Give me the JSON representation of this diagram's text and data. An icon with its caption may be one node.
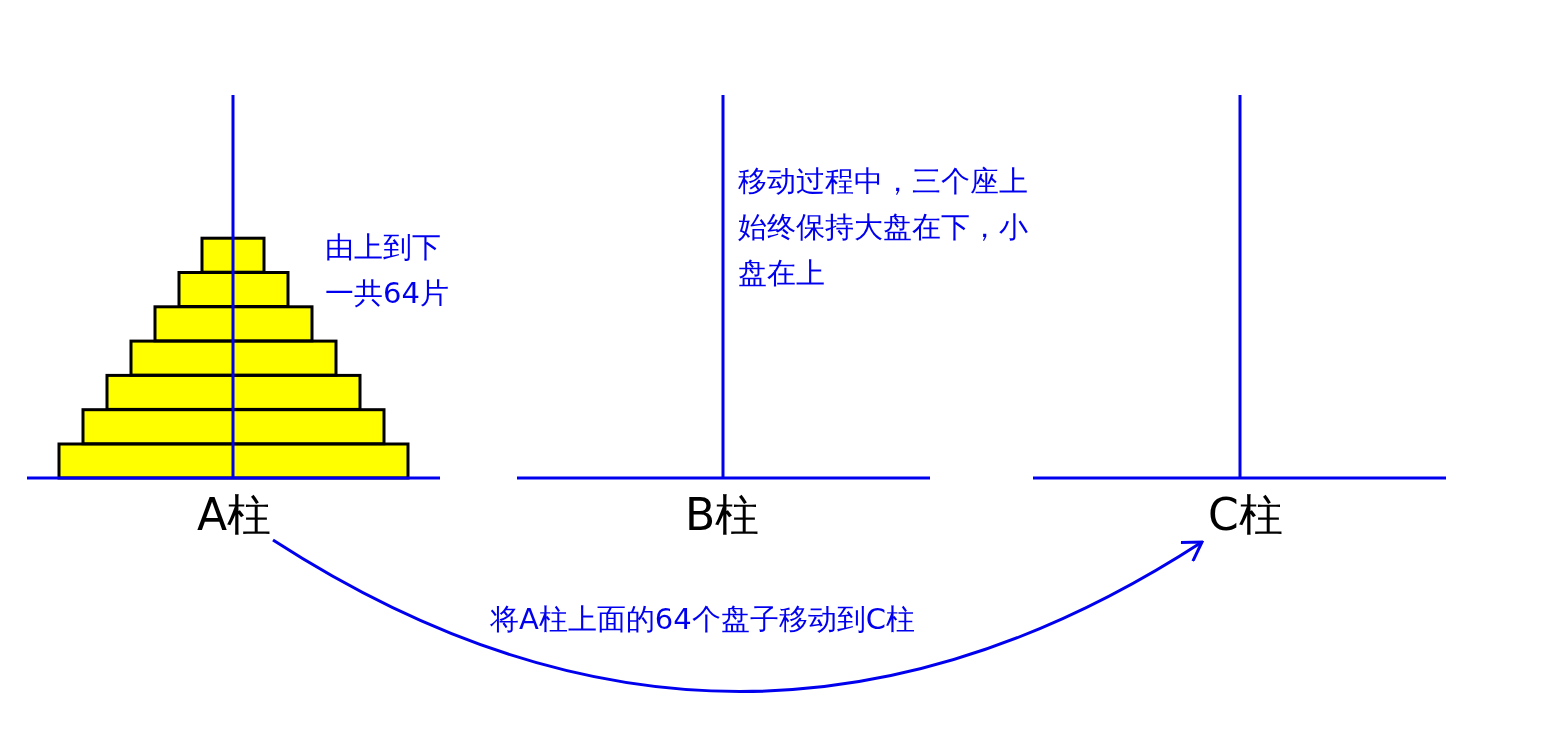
{
  "diagram": {
    "nodes": [
      {
        "text": [
          "A柱"
        ]
      },
      {
        "text": [
          "B柱"
        ]
      },
      {
        "text": [
          "C柱"
        ]
      }
    ],
    "edges": [
      {
        "from": 0,
        "to": 2,
        "arrow": "to",
        "label": "将A柱上面的64个盘子移动到C柱"
      }
    ],
    "labels": [
      "由上到下一共64片",
      "移动过程中，三个座上始终保持大盘在下，小盘在上"
    ]
  }
}
